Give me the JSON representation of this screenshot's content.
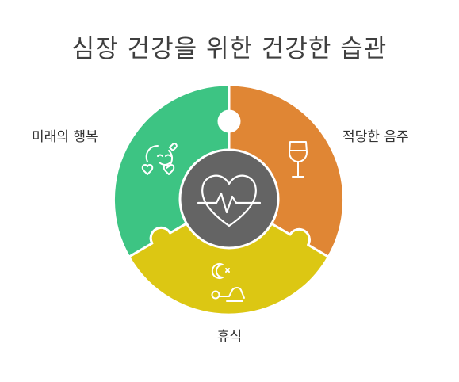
{
  "title": "심장 건강을 위한 건강한 습관",
  "labels": {
    "left": "미래의 행복",
    "right": "적당한 음주",
    "bottom": "휴식"
  },
  "colors": {
    "green": "#3dc483",
    "orange": "#e08634",
    "yellow": "#dcc713",
    "center": "#646464"
  },
  "icons": {
    "left": "happy-faces-icon",
    "right": "wine-glass-icon",
    "bottom": "sleep-rest-icon",
    "center": "heartbeat-icon"
  }
}
